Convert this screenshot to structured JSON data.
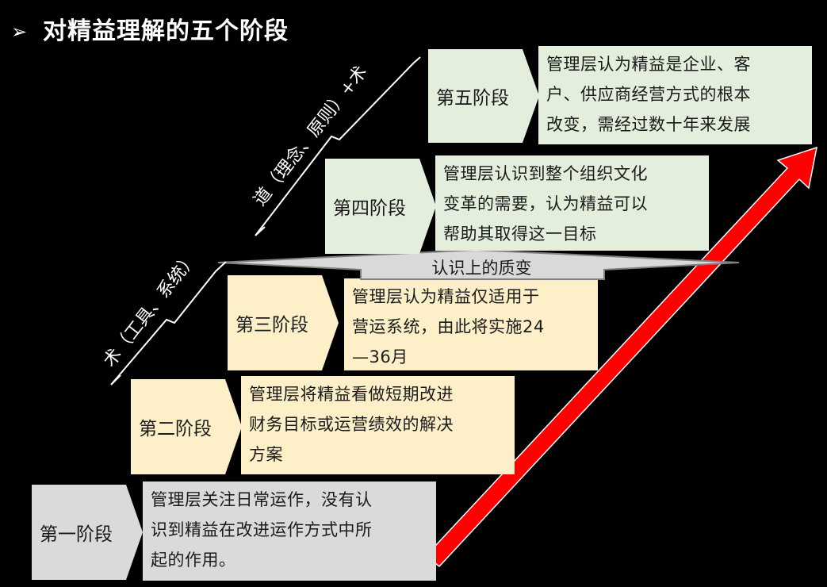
{
  "title": {
    "bullet": "➢",
    "text": "对精益理解的五个阶段"
  },
  "stages": [
    {
      "label": "第一阶段",
      "description": "管理层关注日常运作，没有认\n识到精益在改进运作方式中所\n起的作用。",
      "color": "#dadada"
    },
    {
      "label": "第二阶段",
      "description": "管理层将精益看做短期改进\n财务目标或运营绩效的解决\n方案",
      "color": "#fdf0c8"
    },
    {
      "label": "第三阶段",
      "description": "管理层认为精益仅适用于\n营运系统，由此将实施24\n—36月",
      "color": "#fdf0c8"
    },
    {
      "label": "第四阶段",
      "description": "管理层认识到整个组织文化\n变革的需要，认为精益可以\n帮助其取得这一目标",
      "color": "#e3efdc"
    },
    {
      "label": "第五阶段",
      "description": "管理层认为精益是企业、客\n户、供应商经营方式的根本\n改变，需经过数十年来发展",
      "color": "#e3efdc"
    }
  ],
  "brackets": {
    "lower": "术（工具、系统）",
    "upper": "道（理念、原则）+术"
  },
  "shift_label": "认识上的质变",
  "colors": {
    "background": "#000000",
    "arrow": "#ff0000",
    "shift_arrow_fill": "#d9d9d9",
    "shift_arrow_border": "#808080"
  }
}
